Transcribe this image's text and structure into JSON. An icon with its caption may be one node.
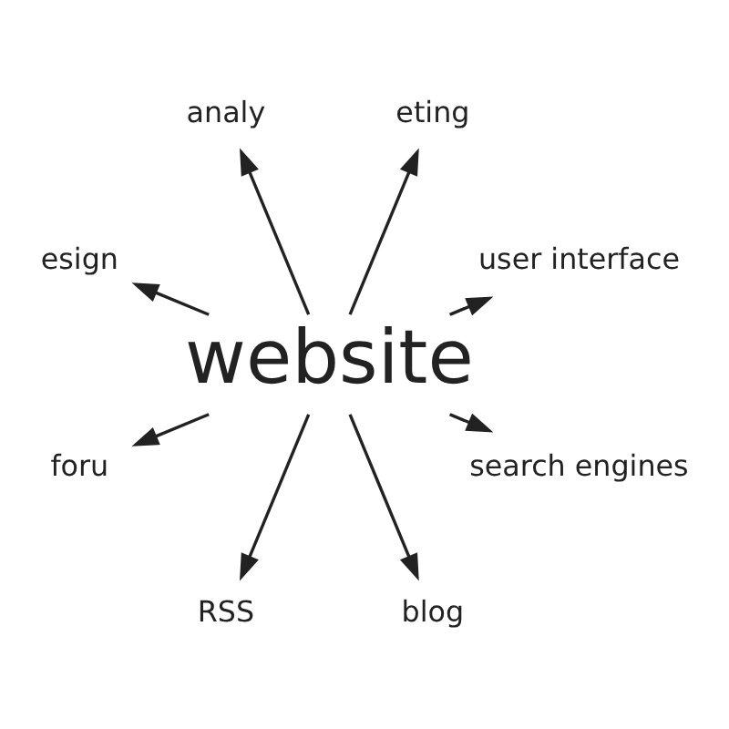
{
  "diagram": {
    "nodes": [
      {
        "text": [
          "user interface"
        ]
      },
      {
        "text": [
          "eting"
        ]
      },
      {
        "text": [
          "analy"
        ]
      },
      {
        "text": [
          "esign"
        ]
      },
      {
        "text": [
          "website"
        ]
      },
      {
        "text": [
          "foru"
        ]
      },
      {
        "text": [
          "RSS"
        ]
      },
      {
        "text": [
          "blog"
        ]
      },
      {
        "text": [
          "search engines"
        ]
      }
    ],
    "edges": [
      {
        "from": 4,
        "to": 0,
        "arrow": "to"
      },
      {
        "from": 4,
        "to": 1,
        "arrow": "to"
      },
      {
        "from": 4,
        "to": 2,
        "arrow": "to"
      },
      {
        "from": 4,
        "to": 3,
        "arrow": "to"
      },
      {
        "from": 4,
        "to": 5,
        "arrow": "to"
      },
      {
        "from": 4,
        "to": 6,
        "arrow": "to"
      },
      {
        "from": 4,
        "to": 7,
        "arrow": "to"
      },
      {
        "from": 4,
        "to": 8,
        "arrow": "to"
      }
    ]
  }
}
